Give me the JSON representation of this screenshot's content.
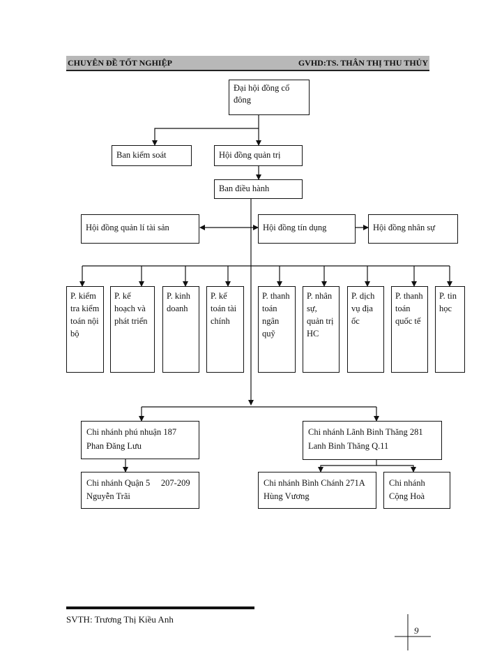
{
  "header": {
    "left": "CHUYÊN ĐỀ TỐT NGHIỆP",
    "right": "GVHD:TS. THÂN THỊ THU THỦY"
  },
  "org": {
    "dai_hoi": "Đại hội đồng cổ đông",
    "ban_kiem_soat": "Ban kiểm soát",
    "hoi_dong_quan_tri": "Hội đồng quản trị",
    "ban_dieu_hanh": "Ban điều hành",
    "hd_quan_li_tai_san": "Hội đồng quản lí tài sản",
    "hd_tin_dung": "Hội đồng tín dụng",
    "hd_nhan_su": "Hội đồng nhân sự",
    "departments": [
      "P. kiểm tra kiểm toán nội bộ",
      "P. kế hoạch và phát triển",
      "P. kinh doanh",
      "P. kế toán tài chính",
      "P. thanh toán ngân quỹ",
      "P. nhân sự, quản trị HC",
      "P. dịch vụ địa ốc",
      "P. thanh toán quốc tế",
      "P. tin học"
    ],
    "cn_phu_nhuan": "Chi nhánh phú nhuận 187 Phan Đăng Lưu",
    "cn_lanh_binh_thang": "Chi nhánh Lãnh Binh Thăng 281 Lanh Binh Thăng Q.11",
    "cn_quan5": "Chi nhánh Quận 5     207-209 Nguyễn Trãi",
    "cn_binh_chanh": "Chi nhánh Bình Chánh 271A Hùng Vương",
    "cn_cong_hoa": "Chi nhánh Cộng Hoà"
  },
  "footer": {
    "svth": "SVTH: Trương Thị Kiều Anh",
    "page": "9"
  }
}
